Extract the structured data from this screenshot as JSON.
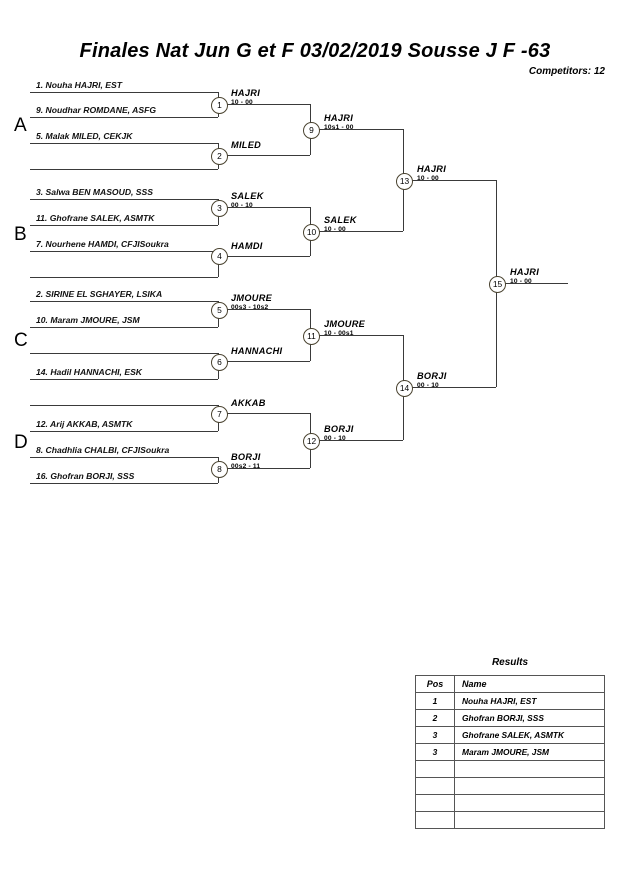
{
  "header": {
    "title": "Finales Nat Jun G et F  03/02/2019  Sousse   J F -63",
    "competitors": "Competitors: 12"
  },
  "groups": [
    {
      "letter": "A"
    },
    {
      "letter": "B"
    },
    {
      "letter": "C"
    },
    {
      "letter": "D"
    }
  ],
  "slots": [
    {
      "id": "s1",
      "name": "1. Nouha HAJRI, EST"
    },
    {
      "id": "s2",
      "name": "9. Noudhar ROMDANE, ASFG"
    },
    {
      "id": "s3",
      "name": "5. Malak MILED, CEKJK"
    },
    {
      "id": "s4",
      "name": ""
    },
    {
      "id": "s5",
      "name": "3. Salwa BEN MASOUD, SSS"
    },
    {
      "id": "s6",
      "name": "11. Ghofrane SALEK, ASMTK"
    },
    {
      "id": "s7",
      "name": "7. Nourhene HAMDI, CFJISoukra"
    },
    {
      "id": "s8",
      "name": ""
    },
    {
      "id": "s9",
      "name": "2. SIRINE EL SGHAYER, LSIKA"
    },
    {
      "id": "s10",
      "name": "10. Maram JMOURE, JSM"
    },
    {
      "id": "s11",
      "name": ""
    },
    {
      "id": "s12",
      "name": "14. Hadil HANNACHI, ESK"
    },
    {
      "id": "s13",
      "name": ""
    },
    {
      "id": "s14",
      "name": "12. Arij AKKAB, ASMTK"
    },
    {
      "id": "s15",
      "name": "8. Chadhlia CHALBI, CFJISoukra"
    },
    {
      "id": "s16",
      "name": "16. Ghofran BORJI, SSS"
    }
  ],
  "matches": [
    {
      "no": "1",
      "winner": "HAJRI",
      "score": "10 - 00"
    },
    {
      "no": "2",
      "winner": "MILED",
      "score": ""
    },
    {
      "no": "3",
      "winner": "SALEK",
      "score": "00 - 10"
    },
    {
      "no": "4",
      "winner": "HAMDI",
      "score": ""
    },
    {
      "no": "5",
      "winner": "JMOURE",
      "score": "00s3 - 10s2"
    },
    {
      "no": "6",
      "winner": "HANNACHI",
      "score": ""
    },
    {
      "no": "7",
      "winner": "AKKAB",
      "score": ""
    },
    {
      "no": "8",
      "winner": "BORJI",
      "score": "00s2 - 11"
    },
    {
      "no": "9",
      "winner": "HAJRI",
      "score": "10s1 - 00"
    },
    {
      "no": "10",
      "winner": "SALEK",
      "score": "10 - 00"
    },
    {
      "no": "11",
      "winner": "JMOURE",
      "score": "10 - 00s1"
    },
    {
      "no": "12",
      "winner": "BORJI",
      "score": "00 - 10"
    },
    {
      "no": "13",
      "winner": "HAJRI",
      "score": "10 - 00"
    },
    {
      "no": "14",
      "winner": "BORJI",
      "score": "00 - 10"
    },
    {
      "no": "15",
      "winner": "HAJRI",
      "score": "10 - 00"
    }
  ],
  "results": {
    "title": "Results",
    "columns": [
      "Pos",
      "Name"
    ],
    "rows": [
      {
        "pos": "1",
        "name": "Nouha HAJRI, EST"
      },
      {
        "pos": "2",
        "name": "Ghofran BORJI, SSS"
      },
      {
        "pos": "3",
        "name": "Ghofrane SALEK, ASMTK"
      },
      {
        "pos": "3",
        "name": "Maram JMOURE, JSM"
      },
      {
        "pos": "",
        "name": ""
      },
      {
        "pos": "",
        "name": ""
      },
      {
        "pos": "",
        "name": ""
      },
      {
        "pos": "",
        "name": ""
      }
    ]
  }
}
